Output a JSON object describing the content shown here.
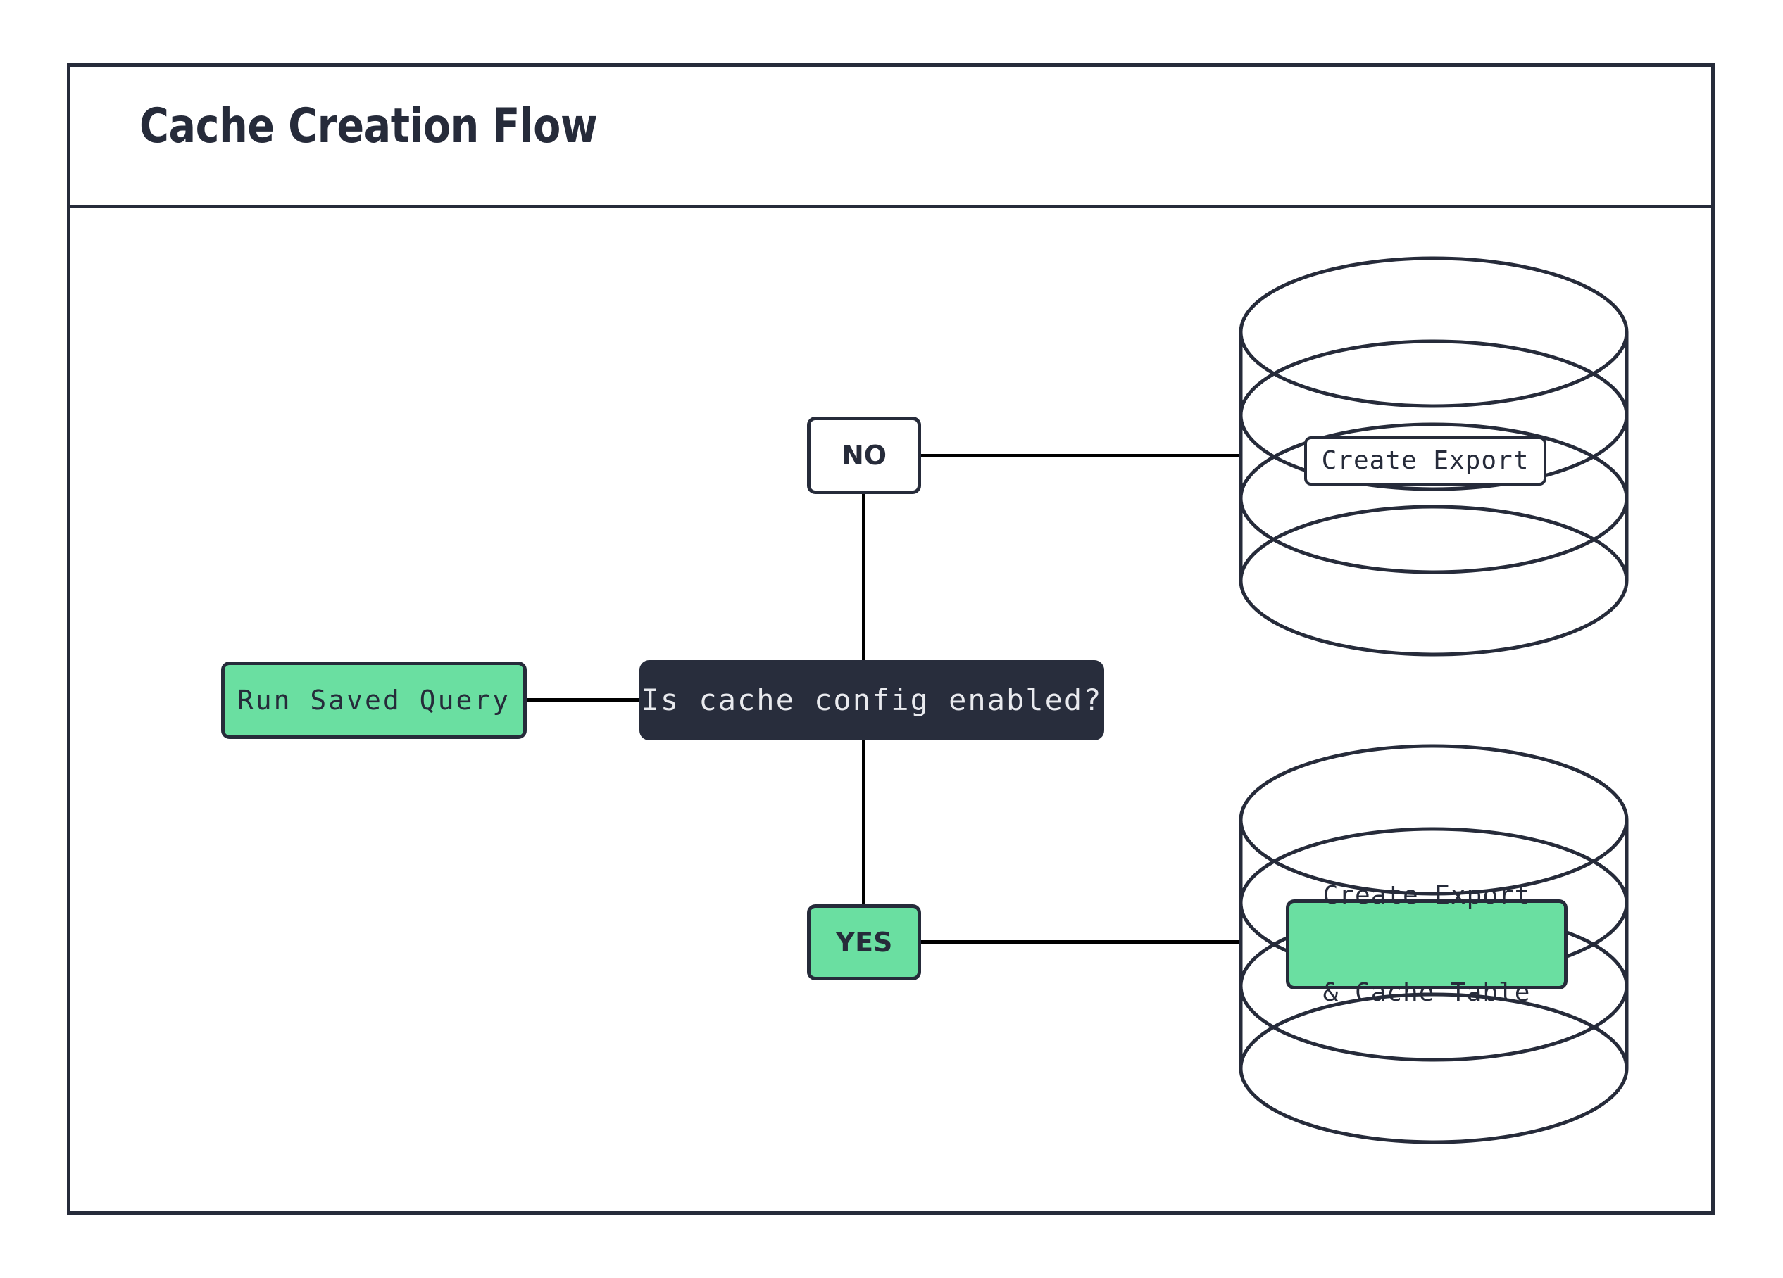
{
  "diagram": {
    "title": "Cache Creation Flow",
    "type": "flowchart",
    "colors": {
      "accent_green": "#6ADFA1",
      "dark_navy": "#282D3C",
      "stroke": "#262B3A",
      "background": "#FFFFFF",
      "line": "#000000"
    },
    "nodes": [
      {
        "id": "run-saved-query",
        "label": "Run Saved Query",
        "style": "green"
      },
      {
        "id": "decision",
        "label": "Is cache config enabled?",
        "style": "dark"
      },
      {
        "id": "no",
        "label": "NO",
        "style": "white"
      },
      {
        "id": "yes",
        "label": "YES",
        "style": "green"
      },
      {
        "id": "create-export",
        "label": "Create Export",
        "style": "white"
      },
      {
        "id": "create-export-cache",
        "label": "Create Export\n& Cache Table",
        "style": "green"
      }
    ],
    "containers": [
      {
        "id": "database-top",
        "shape": "cylinder",
        "contains": "create-export"
      },
      {
        "id": "database-bottom",
        "shape": "cylinder",
        "contains": "create-export-cache"
      }
    ],
    "edges": [
      {
        "from": "run-saved-query",
        "to": "decision",
        "label": ""
      },
      {
        "from": "decision",
        "to": "no",
        "label": "NO"
      },
      {
        "from": "decision",
        "to": "yes",
        "label": "YES"
      },
      {
        "from": "no",
        "to": "database-top",
        "label": ""
      },
      {
        "from": "yes",
        "to": "database-bottom",
        "label": ""
      }
    ]
  },
  "labels": {
    "run_saved_query": "Run Saved Query",
    "decision": "Is cache config enabled?",
    "no": "NO",
    "yes": "YES",
    "create_export": "Create Export",
    "create_export_cache_line1": "Create Export",
    "create_export_cache_line2": "& Cache Table"
  }
}
